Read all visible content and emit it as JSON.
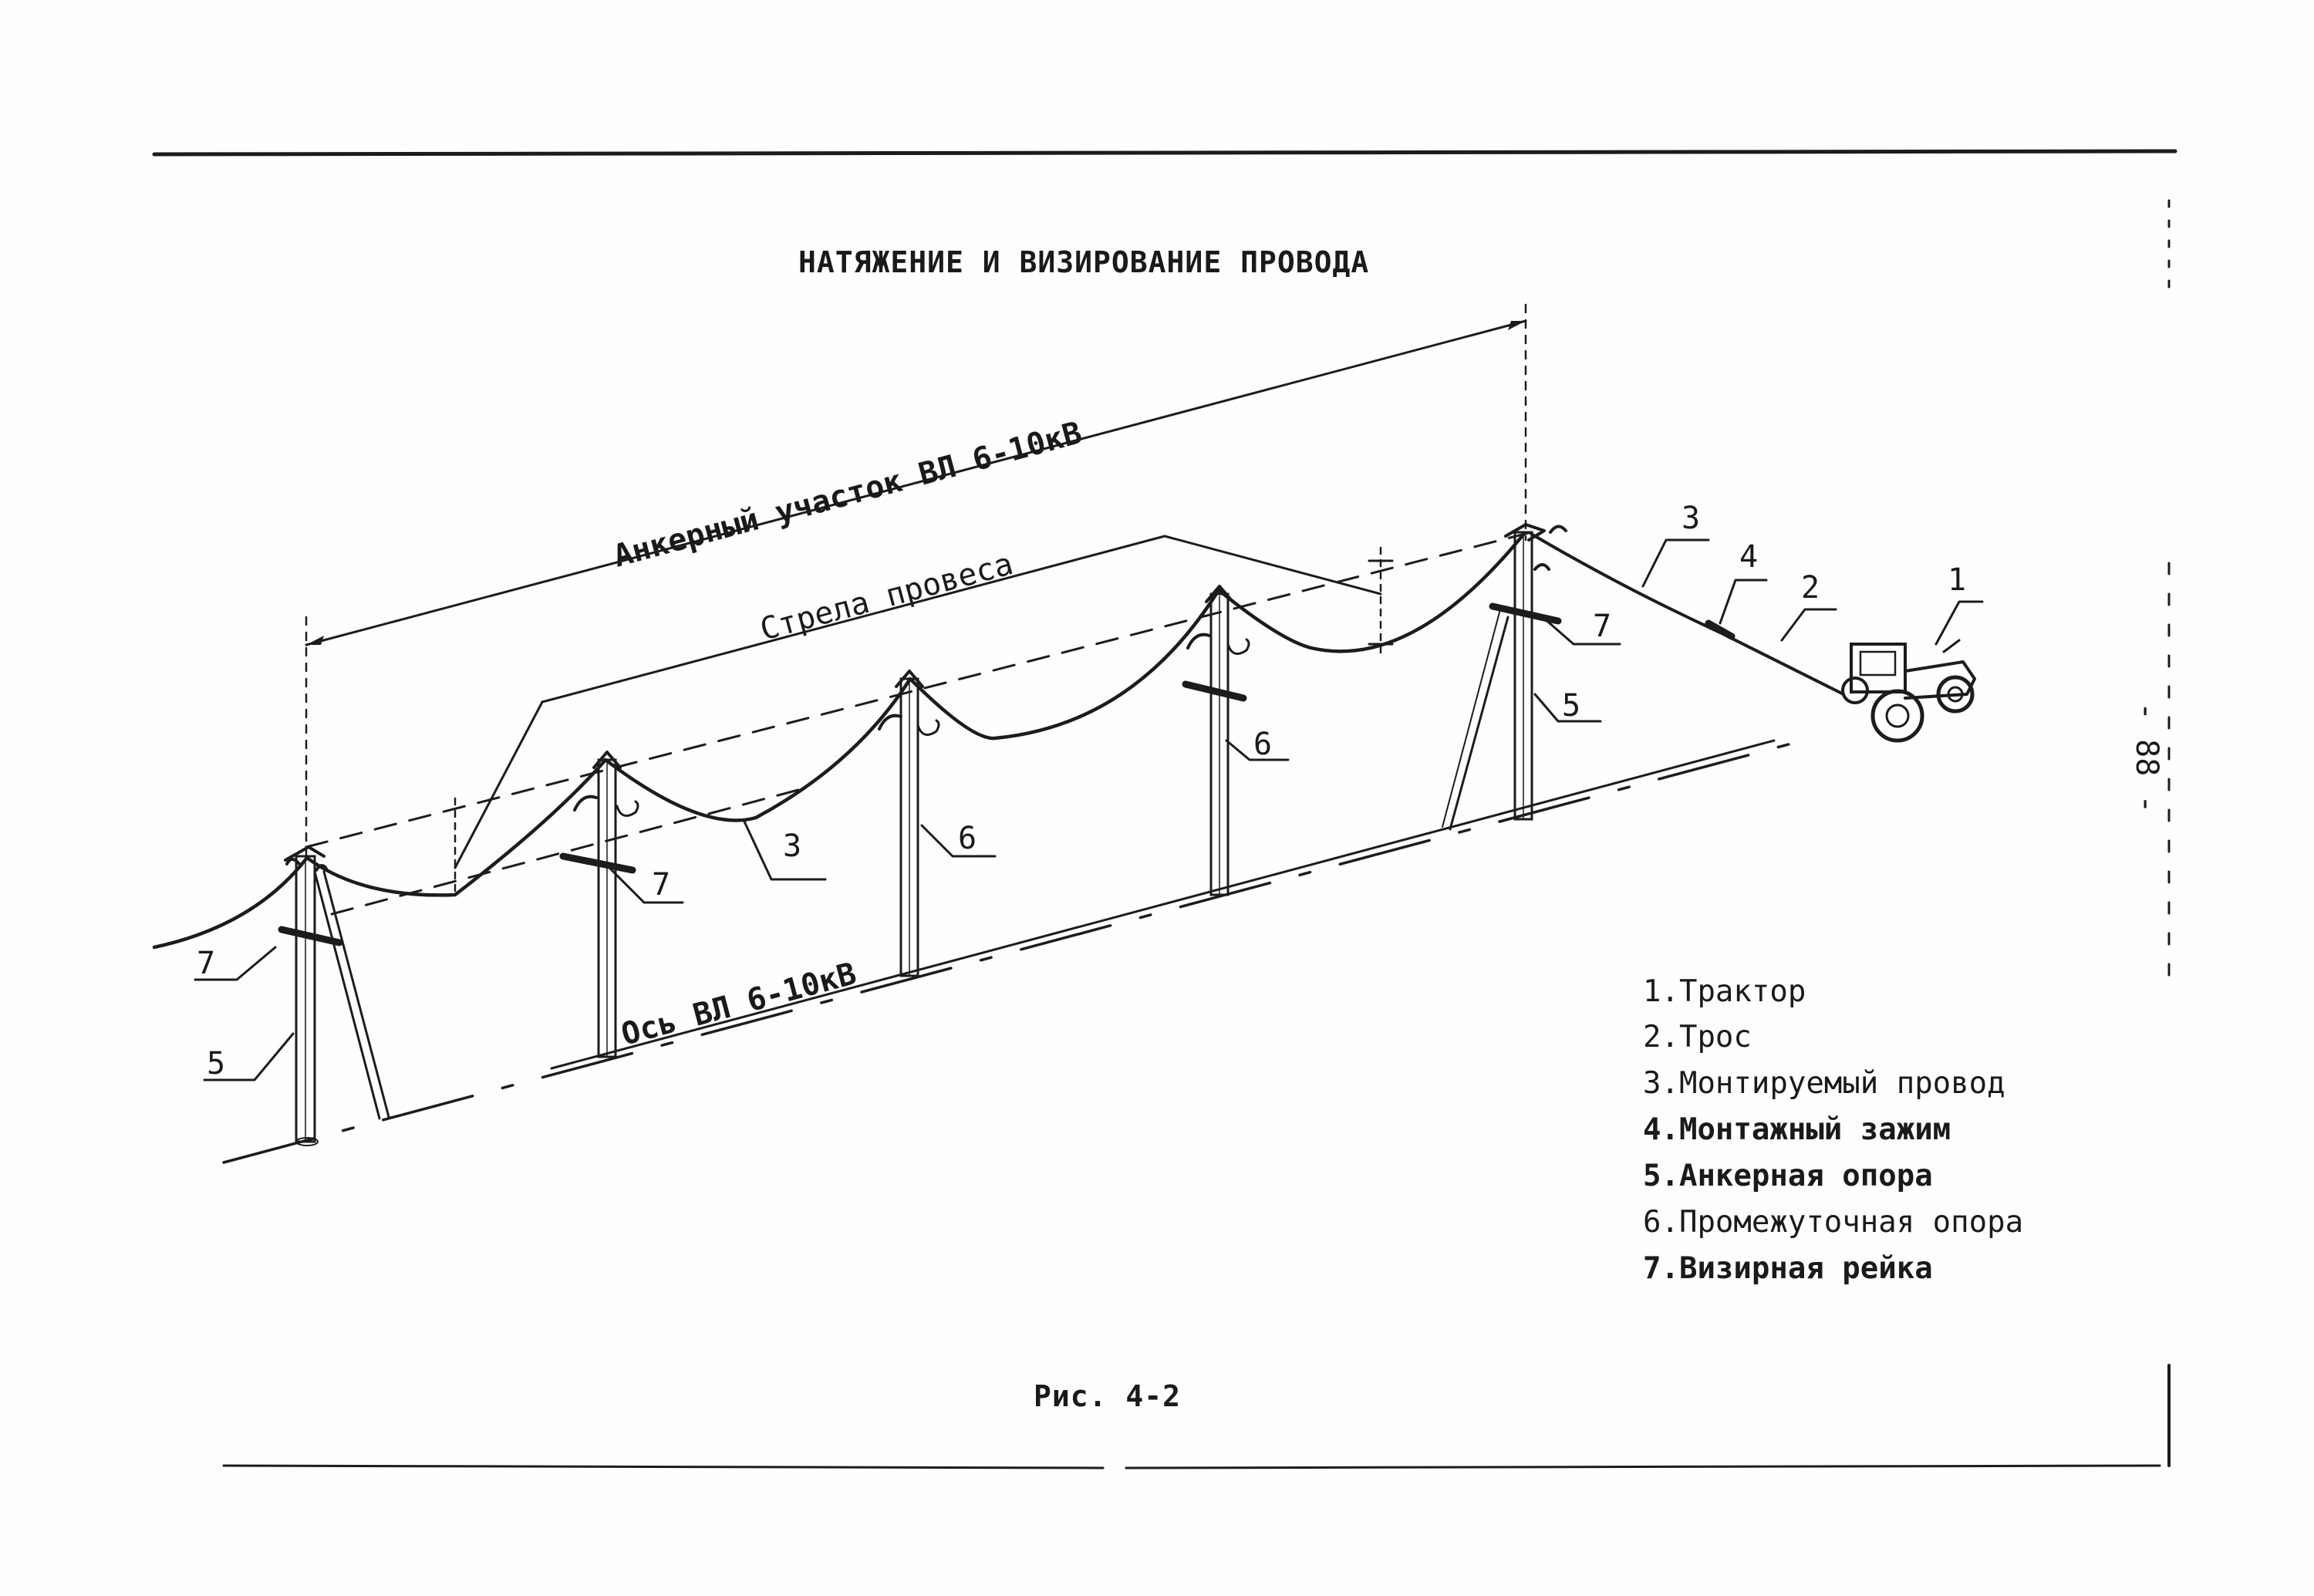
{
  "title": "НАТЯЖЕНИЕ И ВИЗИРОВАНИЕ ПРОВОДА",
  "labels": {
    "anchor_section": "Анкерный участок ВЛ 6-10кВ",
    "sag": "Стрела провеса",
    "axis": "Ось ВЛ 6-10кВ"
  },
  "markers": {
    "m1": "1",
    "m2": "2",
    "m3_top": "3",
    "m3_mid": "3",
    "m4": "4",
    "m5_left": "5",
    "m5_right": "5",
    "m6_a": "6",
    "m6_b": "6",
    "m7_left": "7",
    "m7_mid": "7",
    "m7_right": "7"
  },
  "legend": [
    "1.Трактор",
    "2.Трос",
    "3.Монтируемый провод",
    "4.Монтажный зажим",
    "5.Анкерная опора",
    "6.Промежуточная опора",
    "7.Визирная рейка"
  ],
  "caption": "Рис. 4-2",
  "page_number": "- 88 -"
}
